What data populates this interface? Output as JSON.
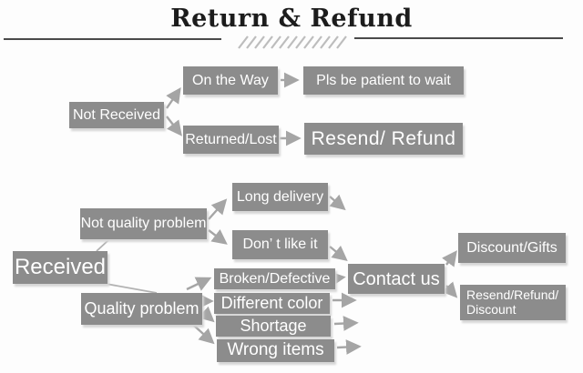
{
  "title": "Return & Refund",
  "nodes": {
    "not_received": "Not Received",
    "on_the_way": "On the Way",
    "pls_wait": "Pls be patient to wait",
    "returned_lost": "Returned/Lost",
    "resend_refund": "Resend/ Refund",
    "received": "Received",
    "not_quality_problem": "Not quality problem",
    "long_delivery": "Long delivery",
    "dont_like_it": "Don’ t like it",
    "quality_problem": "Quality problem",
    "broken_defective": "Broken/Defective",
    "different_color": "Different color",
    "shortage": "Shortage",
    "wrong_items": "Wrong items",
    "contact_us": "Contact us",
    "discount_gifts": "Discount/Gifts",
    "resend_refund_discount_line1": "Resend/Refund/",
    "resend_refund_discount_line2": "Discount"
  },
  "colors": {
    "node_bg": "#8c8c8c",
    "node_text": "#ffffff",
    "arrow": "#a5a5a5",
    "connector_line": "#b2b2b2",
    "divider_line": "#4a4a4a",
    "hatch": "#bdbdbd",
    "title_text": "#1c1c1c",
    "background": "#fdfdfd"
  }
}
